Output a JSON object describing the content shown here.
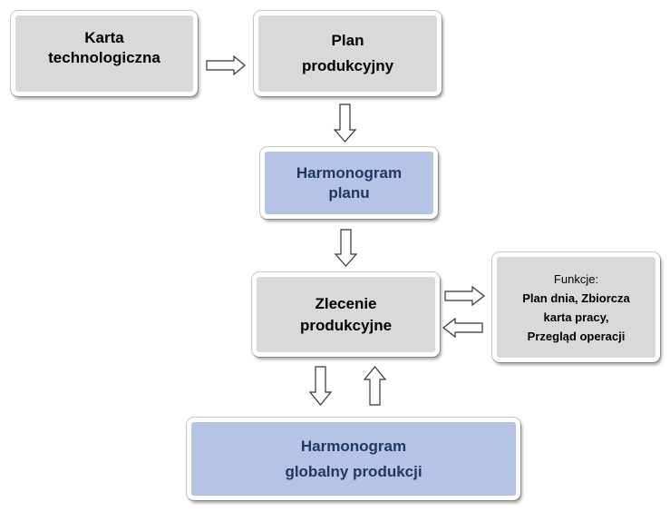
{
  "nodes": {
    "karta": {
      "lines": [
        "Karta",
        "technologiczna"
      ]
    },
    "plan": {
      "lines": [
        "Plan",
        "produkcyjny"
      ]
    },
    "harmonogram_planu": {
      "lines": [
        "Harmonogram",
        "planu"
      ]
    },
    "zlecenie": {
      "lines": [
        "Zlecenie",
        "produkcyjne"
      ]
    },
    "funkcje": {
      "title": "Funkcje:",
      "lines": [
        "Plan dnia, Zbiorcza",
        "karta pracy,",
        "Przegląd operacji"
      ]
    },
    "harmonogram_globalny": {
      "lines": [
        "Harmonogram",
        "globalny produkcji"
      ]
    }
  },
  "colors": {
    "gray_box": "#d9d9d9",
    "blue_box": "#b4c3e6",
    "blue_text": "#1f3864",
    "arrow_stroke": "#333333"
  },
  "edges": [
    {
      "from": "karta",
      "to": "plan"
    },
    {
      "from": "plan",
      "to": "harmonogram_planu"
    },
    {
      "from": "harmonogram_planu",
      "to": "zlecenie"
    },
    {
      "from": "zlecenie",
      "to": "funkcje"
    },
    {
      "from": "funkcje",
      "to": "zlecenie"
    },
    {
      "from": "zlecenie",
      "to": "harmonogram_globalny"
    },
    {
      "from": "harmonogram_globalny",
      "to": "zlecenie"
    }
  ]
}
